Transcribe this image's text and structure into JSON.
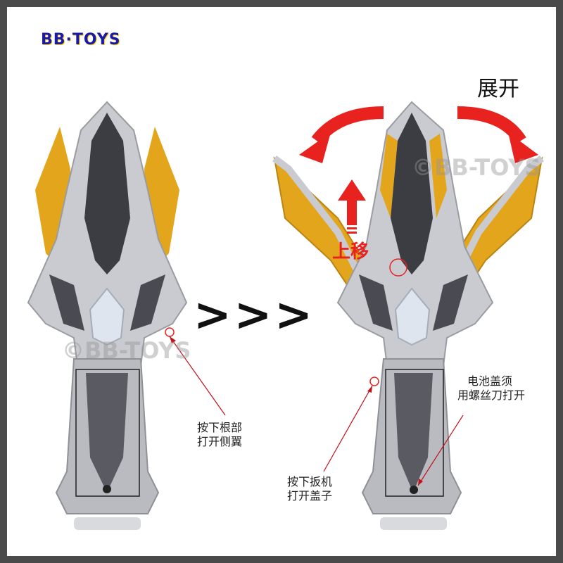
{
  "brand": {
    "logo_text": "BB·TOYS"
  },
  "watermarks": {
    "left": "©BB-TOYS",
    "right": "©BB-TOYS"
  },
  "separator": ">>>",
  "labels": {
    "expand": "展开",
    "move_up": "上移",
    "press_root_line1": "按下根部",
    "press_root_line2": "打开侧翼",
    "press_trigger_line1": "按下扳机",
    "press_trigger_line2": "打开盖子",
    "battery_line1": "电池盖须",
    "battery_line2": "用螺丝刀打开"
  },
  "colors": {
    "arrow_red": "#e8231f",
    "gold": "#e3a51c",
    "silver": "#c9cbd0",
    "dark": "#3c3d43"
  },
  "icons": [
    "curved-arrow-left-icon",
    "curved-arrow-right-icon",
    "up-arrow-icon",
    "pointer-line-icon"
  ]
}
